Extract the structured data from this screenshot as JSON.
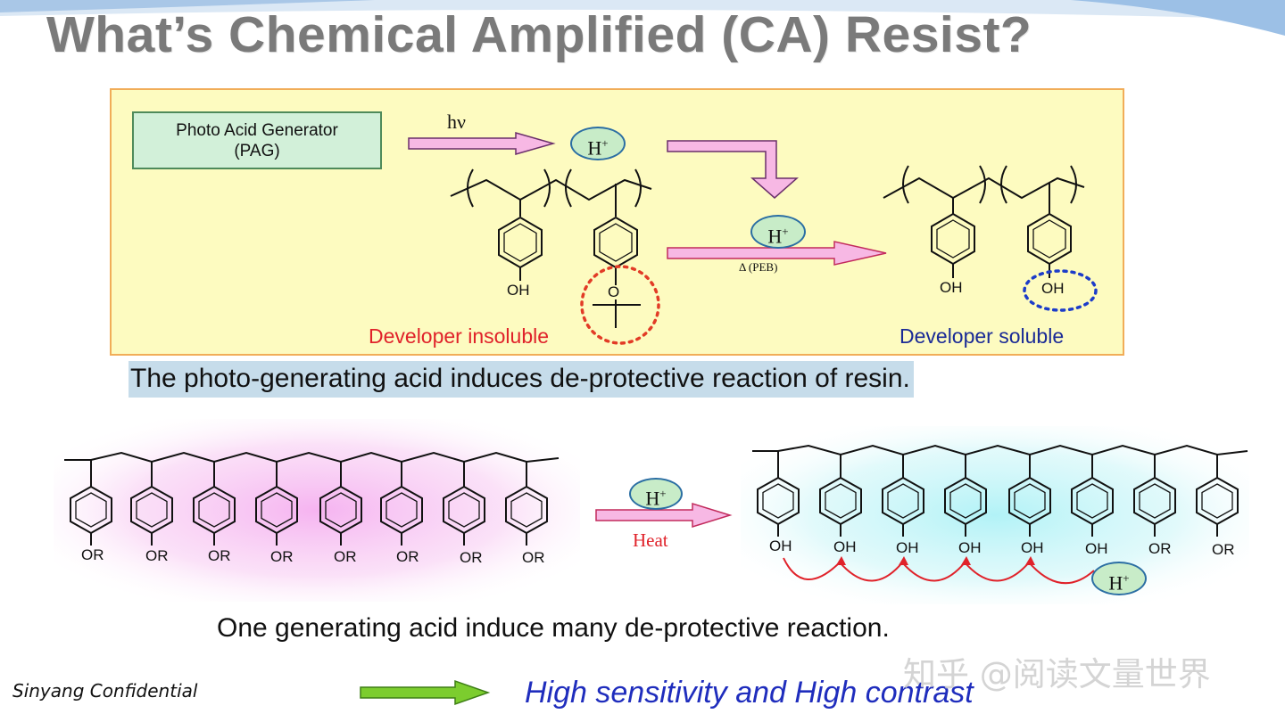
{
  "slide": {
    "title": "What’s Chemical Amplified (CA) Resist?",
    "pag_line1": "Photo Acid Generator",
    "pag_line2": "(PAG)",
    "hv": "hν",
    "h_plus": "H",
    "plus_sign": "+",
    "peb": "Δ (PEB)",
    "oh": "OH",
    "o": "O",
    "or": "OR",
    "heat": "Heat",
    "developer_insoluble": "Developer insoluble",
    "developer_soluble": "Developer soluble",
    "caption_top": "The photo-generating acid induces de-protective reaction of resin.",
    "caption_bottom": "One generating acid induce many de-protective reaction.",
    "confidential": "Sinyang Confidential",
    "result": "High sensitivity and High contrast",
    "watermark": "知乎 @阅读文量世界"
  },
  "colors": {
    "title": "#7a7a7a",
    "panel_bg": "#fdfbc0",
    "panel_border": "#f1ad58",
    "pag_bg": "#d2f0d9",
    "arrow_pink": "#f7b8e4",
    "arrow_green": "#7ccd2e",
    "insoluble_red": "#e0222a",
    "soluble_blue": "#1a2a96",
    "result_blue": "#1f2dbd",
    "acid_bubble": "#c8ecc8"
  }
}
